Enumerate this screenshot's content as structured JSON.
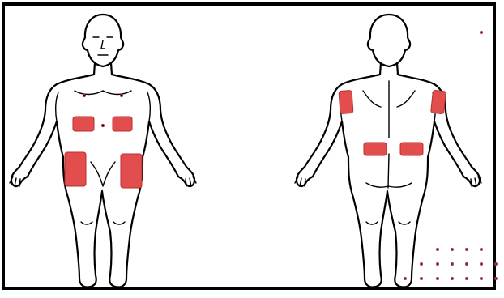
{
  "figure": {
    "views": [
      {
        "id": "front",
        "name": "anterior"
      },
      {
        "id": "back",
        "name": "posterior"
      }
    ],
    "injection_sites": [
      {
        "view": "front",
        "region": "abdomen-right"
      },
      {
        "view": "front",
        "region": "abdomen-left"
      },
      {
        "view": "front",
        "region": "thigh-right"
      },
      {
        "view": "front",
        "region": "thigh-left"
      },
      {
        "view": "back",
        "region": "upper-arm-right"
      },
      {
        "view": "back",
        "region": "upper-arm-left"
      },
      {
        "view": "back",
        "region": "buttock-right"
      },
      {
        "view": "back",
        "region": "buttock-left"
      }
    ],
    "colors": {
      "site_fill": "#e24d4d",
      "site_stroke": "#b83030",
      "outline": "#000000",
      "frame": "#000000",
      "dot_accent": "#2a3bd0"
    }
  }
}
